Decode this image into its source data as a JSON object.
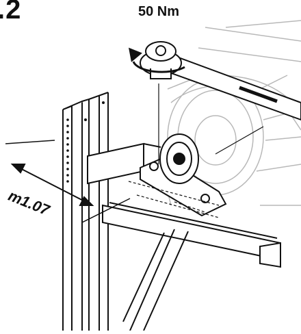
{
  "step": {
    "number": ".2"
  },
  "torque": {
    "value": "50 Nm"
  },
  "dimension": {
    "label": "m1.07"
  },
  "icons": {
    "torque_wrench": "torque-wrench-icon",
    "rotation_arrow": "rotation-arrow-icon"
  },
  "colors": {
    "line": "#111111",
    "ghost": "#b8b8b8",
    "background": "#ffffff"
  }
}
